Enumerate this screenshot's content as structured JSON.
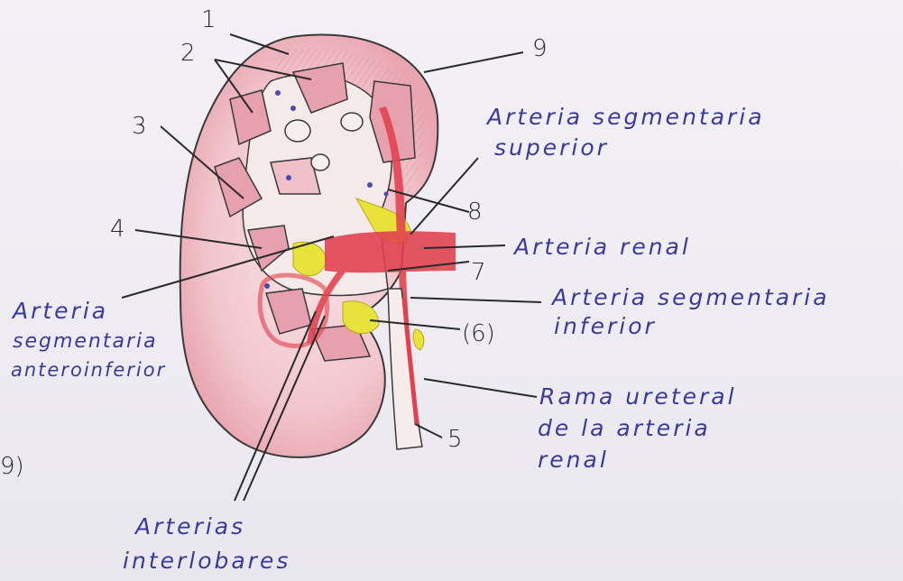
{
  "numbers": {
    "n1": "1",
    "n2": "2",
    "n3": "3",
    "n4": "4",
    "n5": "5",
    "n6": "(6)",
    "n7": "7",
    "n8": "8",
    "n9": "9",
    "page_number": "9)"
  },
  "labels": {
    "arteria_segmentaria_superior": [
      "Arteria segmentaria",
      "superior"
    ],
    "arteria_renal": "Arteria renal",
    "arteria_segmentaria_inferior": [
      "Arteria segmentaria",
      "inferior"
    ],
    "rama_ureteral": [
      "Rama ureteral",
      "de la arteria",
      "renal"
    ],
    "arteria_segmentaria_anteroinferior": [
      "Arteria",
      "segmentaria",
      "anteroinferior"
    ],
    "arterias_interlobares": [
      "Arterias",
      "interlobares"
    ]
  },
  "colors": {
    "paper": "#eeecf2",
    "cortex": "#f2c9cf",
    "artery_red": "#e2404e",
    "yellow_fat": "#e9e23a",
    "pencil_line": "#2a2a2a",
    "ink_blue": "#3a3a9a"
  }
}
